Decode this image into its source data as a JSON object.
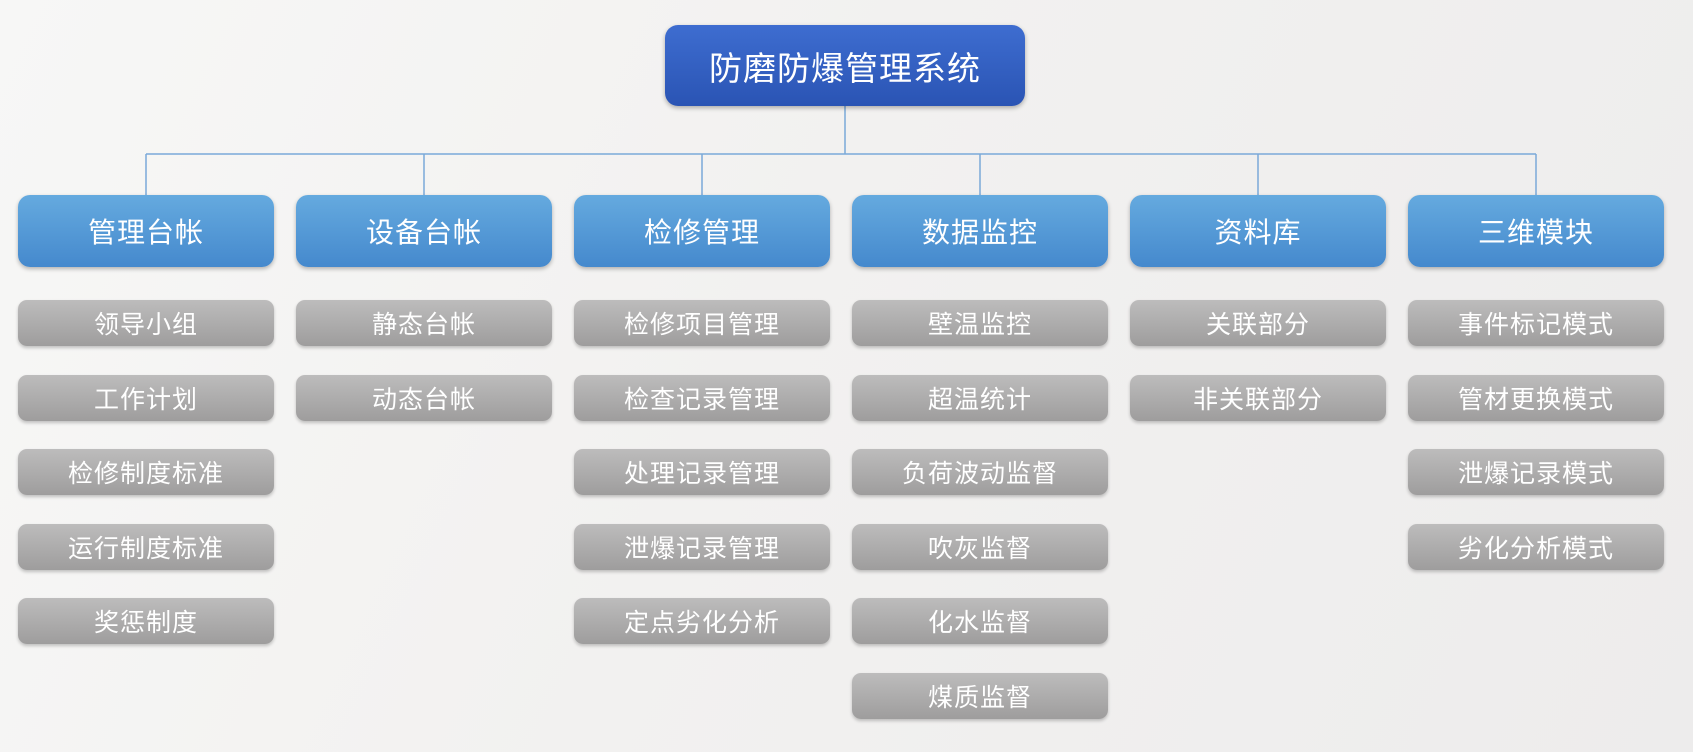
{
  "diagram": {
    "title": "防磨防爆管理系统",
    "branches": [
      {
        "label": "管理台帐",
        "children": [
          "领导小组",
          "工作计划",
          "检修制度标准",
          "运行制度标准",
          "奖惩制度"
        ]
      },
      {
        "label": "设备台帐",
        "children": [
          "静态台帐",
          "动态台帐"
        ]
      },
      {
        "label": "检修管理",
        "children": [
          "检修项目管理",
          "检查记录管理",
          "处理记录管理",
          "泄爆记录管理",
          "定点劣化分析"
        ]
      },
      {
        "label": "数据监控",
        "children": [
          "壁温监控",
          "超温统计",
          "负荷波动监督",
          "吹灰监督",
          "化水监督",
          "煤质监督"
        ]
      },
      {
        "label": "资料库",
        "children": [
          "关联部分",
          "非关联部分"
        ]
      },
      {
        "label": "三维模块",
        "children": [
          "事件标记模式",
          "管材更换模式",
          "泄爆记录模式",
          "劣化分析模式"
        ]
      }
    ],
    "colors": {
      "title_box_top": "#3e6dd0",
      "title_box_bottom": "#2a54b4",
      "branch_box_top": "#65aadf",
      "branch_box_bottom": "#4589cd",
      "child_box_top": "#bdbcbc",
      "child_box_bottom": "#9e9d9d",
      "connector": "#7aa9d9"
    }
  }
}
